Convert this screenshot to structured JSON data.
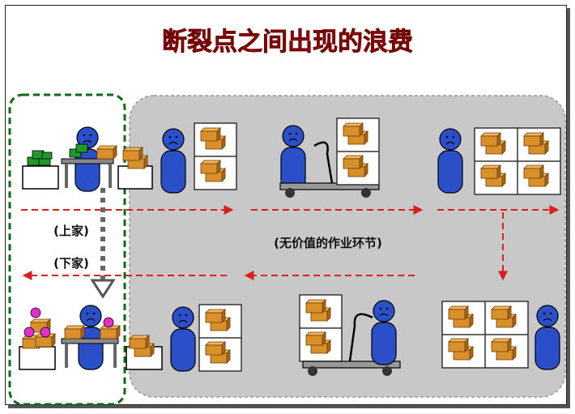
{
  "title": "断裂点之间出现的浪费",
  "labels": {
    "upstream": "(上家)",
    "downstream": "(下家)",
    "non_value_work": "(无价值的作业环节)"
  },
  "colors": {
    "title": "#c00000",
    "worker": "#2a4fc8",
    "worker_outline": "#000000",
    "box": "#d9902b",
    "box_dark": "#a86516",
    "flow_arrow": "#d82020",
    "gray_region": "#c8c8c8",
    "green_region": "#0a6b12",
    "green_part": "#1e9a28",
    "pink_part": "#e030c8"
  },
  "icons": {
    "worker": "worker-icon",
    "box": "box-icon",
    "cart": "hand-cart-icon"
  }
}
